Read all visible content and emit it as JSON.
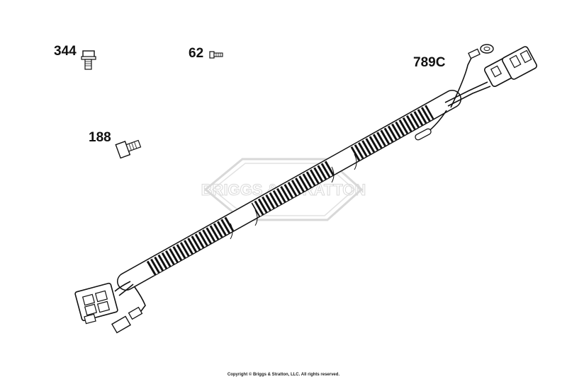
{
  "parts": {
    "p344": "344",
    "p62": "62",
    "p188": "188",
    "p789c": "789C"
  },
  "watermark": "BRIGGS & STRATTON",
  "copyright": "Copyright © Briggs & Stratton, LLC. All rights reserved."
}
